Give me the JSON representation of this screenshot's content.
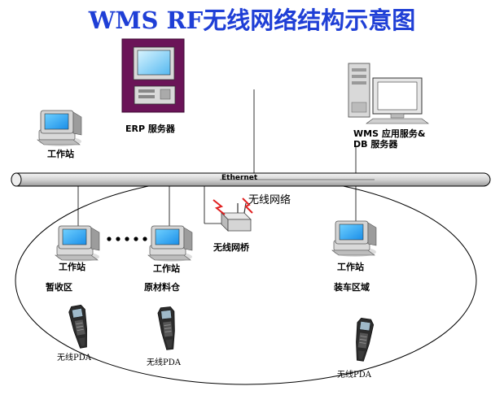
{
  "title": "WMS RF无线网络结构示意图",
  "labels": {
    "erp_server": "ERP 服务器",
    "wms_server_line1": "WMS 应用服务&",
    "wms_server_line2": "DB 服务器",
    "ethernet": "Ethernet",
    "wireless_network": "无线网络",
    "wireless_bridge": "无线网桥",
    "workstation": "工作站",
    "zone_temp": "暂收区",
    "zone_raw": "原材料仓",
    "zone_loading": "装车区域",
    "pda": "无线PDA"
  },
  "colors": {
    "title": "#1f3fd6",
    "monitor_screen": "#29a3ff",
    "erp_frame": "#6b1458",
    "pipe": "#d9d9d9"
  }
}
